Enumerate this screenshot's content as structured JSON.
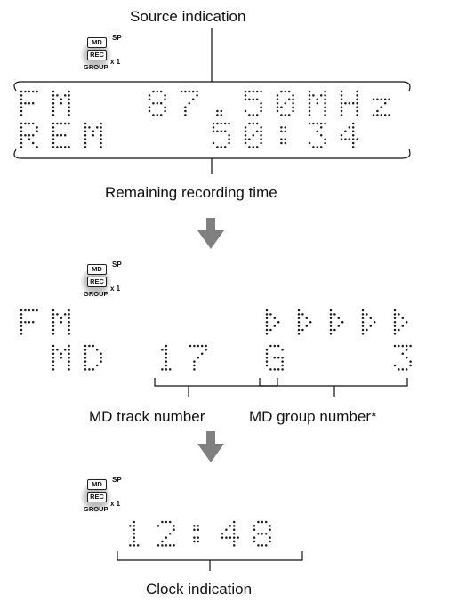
{
  "labels": {
    "source_indication": "Source indication",
    "remaining_recording_time": "Remaining recording time",
    "md_track_number": "MD track number",
    "md_group_number": "MD group number*",
    "clock_indication": "Clock indication"
  },
  "indicator": {
    "md": "MD",
    "rec": "REC",
    "group": "GROUP",
    "sp": "SP",
    "x1": "x 1"
  },
  "display1": {
    "row1": "FM  87.50MHz",
    "row2": "REM   50:34"
  },
  "display2": {
    "row1": "FM",
    "row1_symbols": "▶▶▶▶▶",
    "row2_left": "MD",
    "track": "17",
    "group": "G   3"
  },
  "display3": {
    "clock": "12:48"
  },
  "colors": {
    "arrow": "#808080",
    "text": "#111111"
  },
  "icons": [
    "down-arrow-icon",
    "sparkle-glow-icon"
  ]
}
